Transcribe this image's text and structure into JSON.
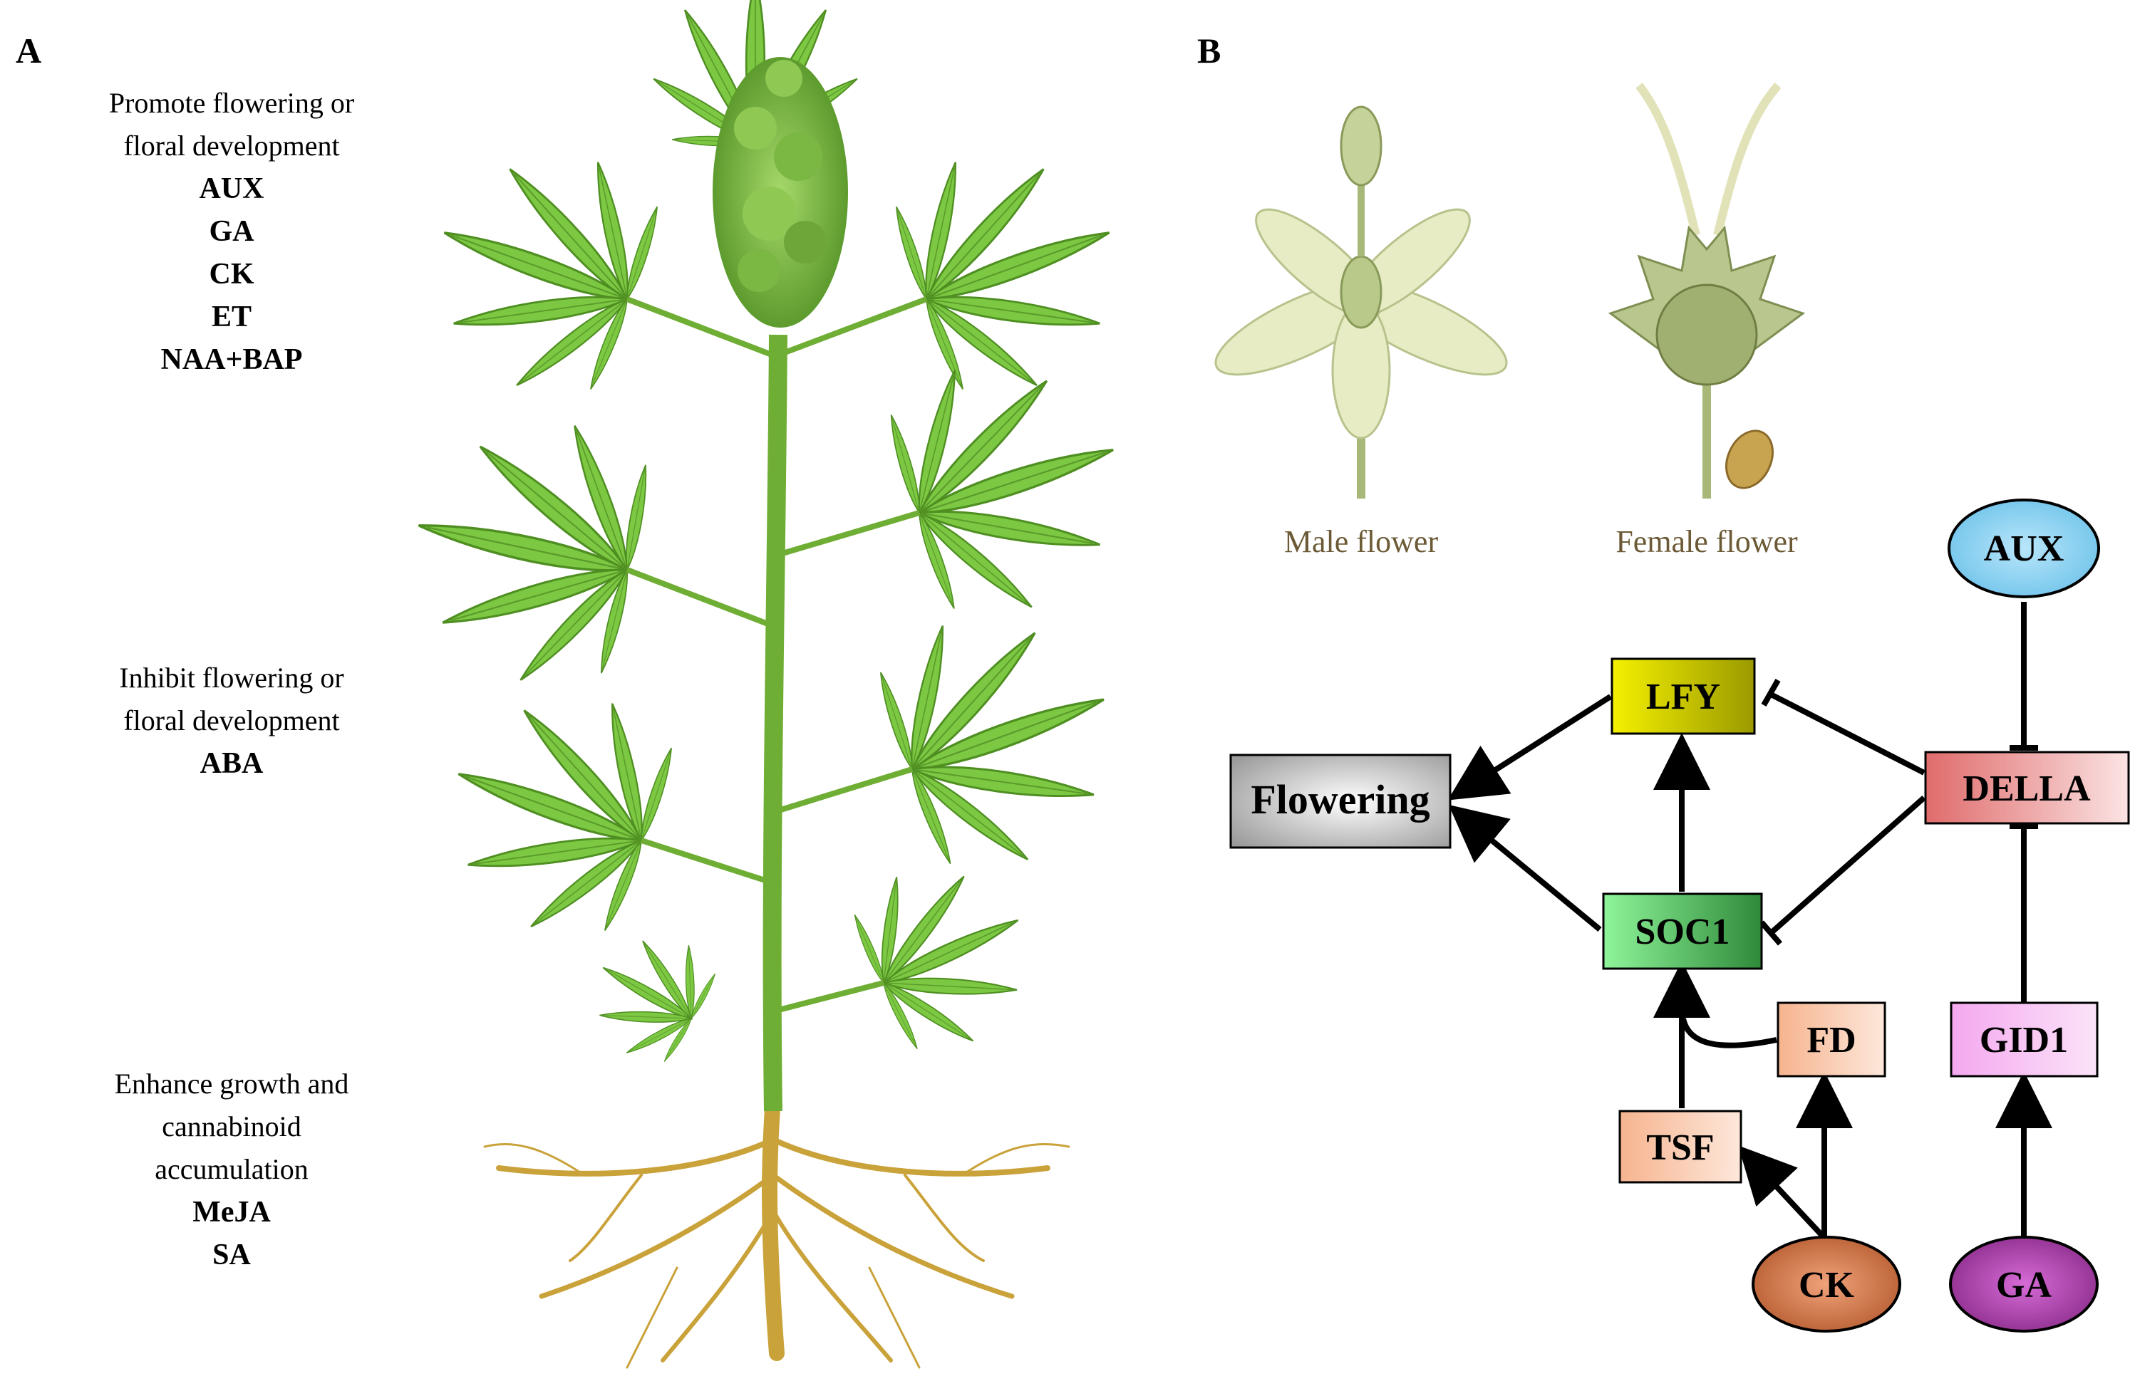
{
  "panel_labels": {
    "a": "A",
    "b": "B"
  },
  "panel_a": {
    "promote": {
      "heading_line1": "Promote flowering or",
      "heading_line2": "floral development",
      "items": [
        "AUX",
        "GA",
        "CK",
        "ET",
        "NAA+BAP"
      ]
    },
    "inhibit": {
      "heading_line1": "Inhibit flowering or",
      "heading_line2": "floral development",
      "items": [
        "ABA"
      ]
    },
    "enhance": {
      "heading_line1": "Enhance growth and",
      "heading_line2": "cannabinoid",
      "heading_line3": "accumulation",
      "items": [
        "MeJA",
        "SA"
      ]
    }
  },
  "panel_b": {
    "captions": {
      "male": "Male flower",
      "female": "Female flower"
    },
    "nodes": {
      "aux": "AUX",
      "lfy": "LFY",
      "flowering": "Flowering",
      "della": "DELLA",
      "soc1": "SOC1",
      "fd": "FD",
      "gid1": "GID1",
      "tsf": "TSF",
      "ck": "CK",
      "ga": "GA"
    },
    "colors": {
      "aux": "#8fd3f0",
      "lfy": "#d8d000",
      "flowering": "#cfcfcf",
      "della": "#e07878",
      "soc1": "#3fbf5a",
      "fd": "#f7c7a8",
      "gid1": "#f4b8f0",
      "tsf": "#f7c7a8",
      "ck": "#c8683a",
      "ga": "#a03aa0"
    }
  }
}
